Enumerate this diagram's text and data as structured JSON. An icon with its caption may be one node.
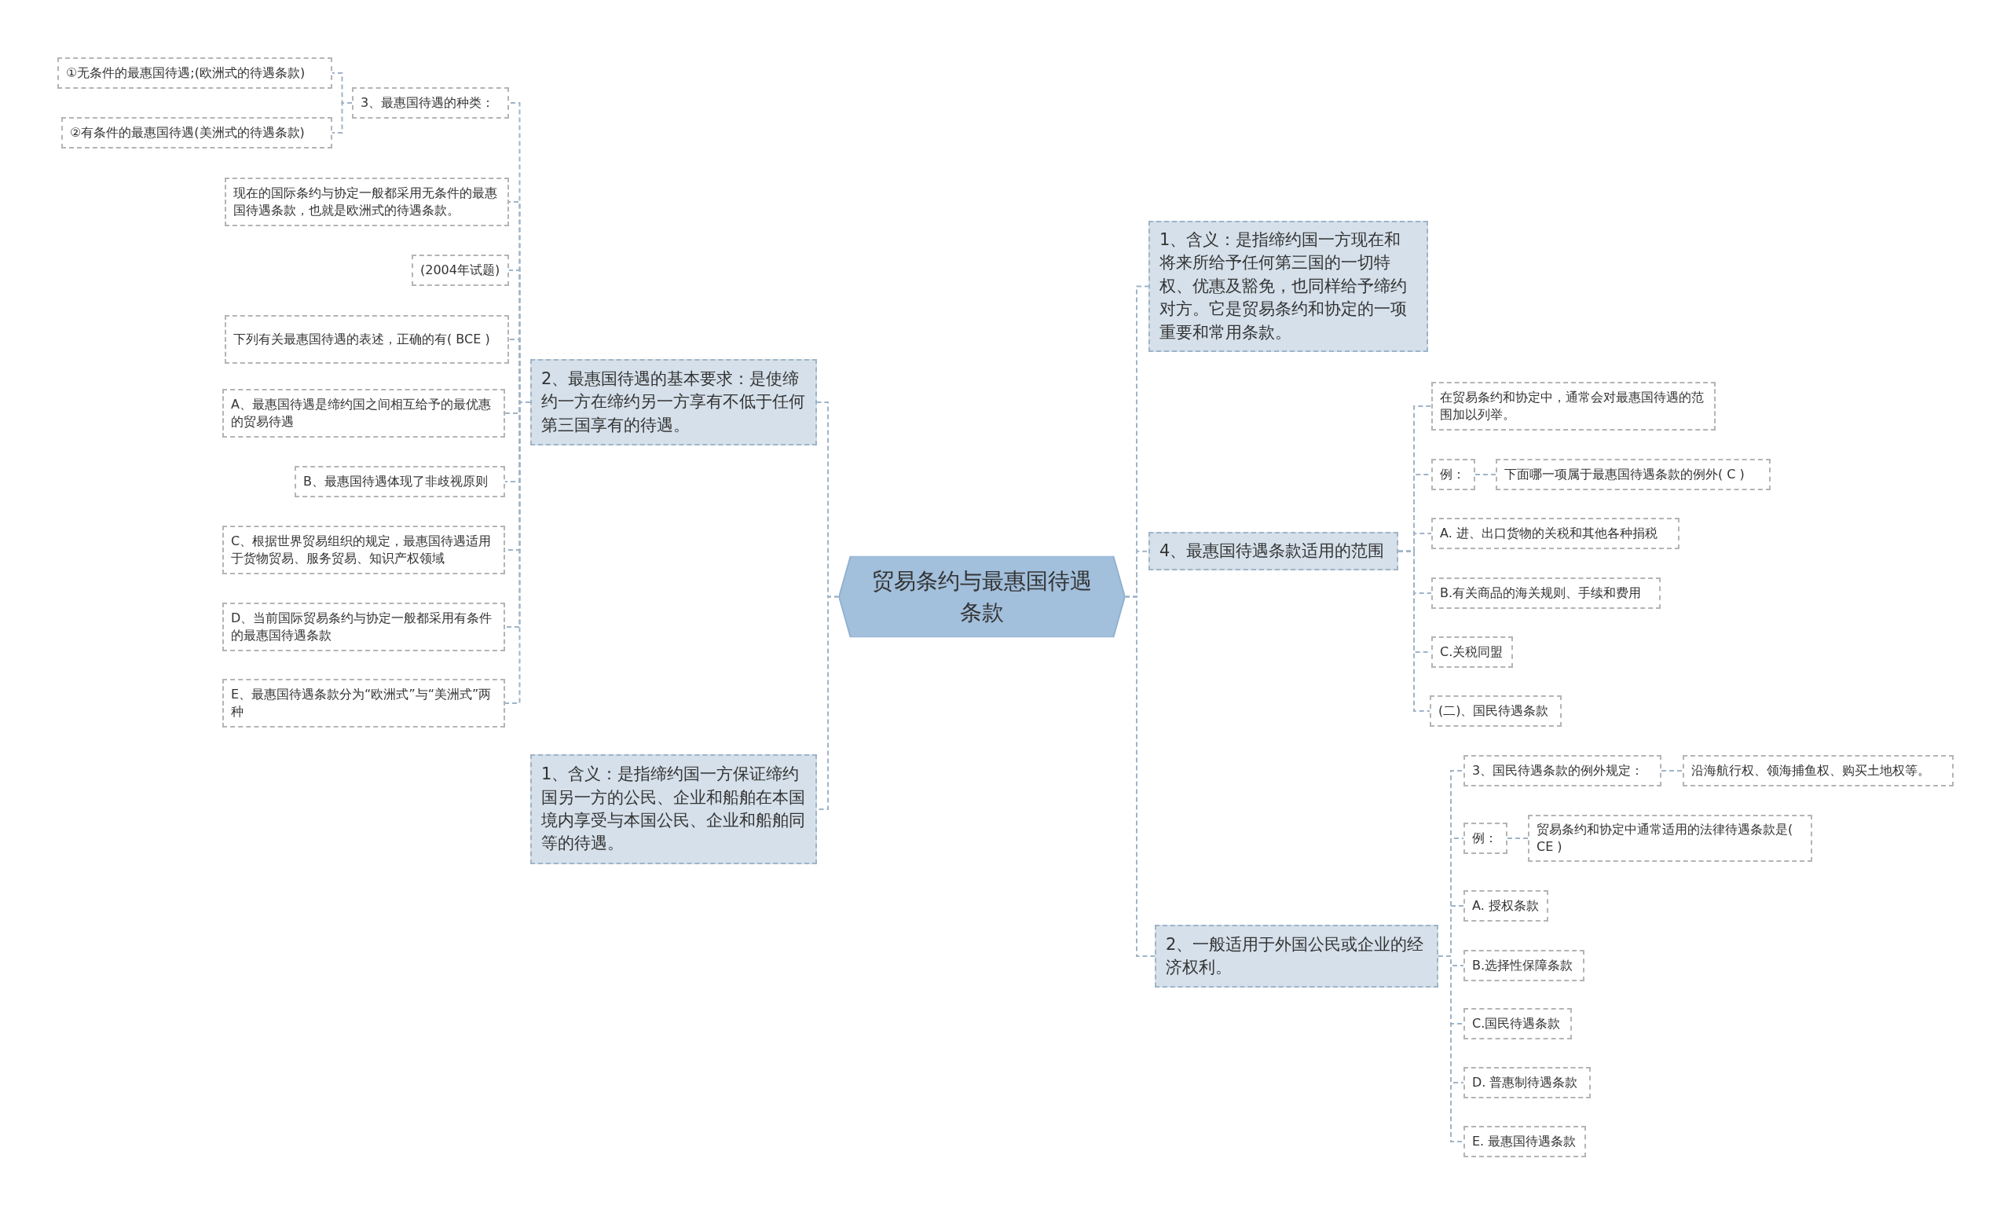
{
  "diagram": {
    "nodes": [
      {
        "text": [
          "贸易条约与最惠国待遇条款"
        ]
      },
      {
        "text": [
          "2、最惠国待遇的基本要求：是使缔约一方在缔约另一方享有不低于任何第三国享有的待遇。"
        ]
      },
      {
        "text": [
          "3、最惠国待遇的种类："
        ]
      },
      {
        "text": [
          "①无条件的最惠国待遇;(欧洲式的待遇条款)"
        ]
      },
      {
        "text": [
          "②有条件的最惠国待遇(美洲式的待遇条款)"
        ]
      },
      {
        "text": [
          "现在的国际条约与协定一般都采用无条件的最惠国待遇条款，也就是欧洲式的待遇条款。"
        ]
      },
      {
        "text": [
          "(2004年试题)"
        ]
      },
      {
        "text": [
          "下列有关最惠国待遇的表述，正确的有( BCE )"
        ]
      },
      {
        "text": [
          "A、最惠国待遇是缔约国之间相互给予的最优惠的贸易待遇"
        ]
      },
      {
        "text": [
          "B、最惠国待遇体现了非歧视原则"
        ]
      },
      {
        "text": [
          "C、根据世界贸易组织的规定，最惠国待遇适用于货物贸易、服务贸易、知识产权领域"
        ]
      },
      {
        "text": [
          "D、当前国际贸易条约与协定一般都采用有条件的最惠国待遇条款"
        ]
      },
      {
        "text": [
          "E、最惠国待遇条款分为“欧洲式”与“美洲式”两种"
        ]
      },
      {
        "text": [
          "1、含义：是指缔约国一方保证缔约国另一方的公民、企业和船舶在本国境内享受与本国公民、企业和船舶同等的待遇。"
        ]
      },
      {
        "text": [
          "1、含义：是指缔约国一方现在和将来所给予任何第三国的一切特权、优惠及豁免，也同样给予缔约对方。它是贸易条约和协定的一项重要和常用条款。"
        ]
      },
      {
        "text": [
          "4、最惠国待遇条款适用的范围"
        ]
      },
      {
        "text": [
          "在贸易条约和协定中，通常会对最惠国待遇的范围加以列举。"
        ]
      },
      {
        "text": [
          "例："
        ]
      },
      {
        "text": [
          "下面哪一项属于最惠国待遇条款的例外( C )"
        ]
      },
      {
        "text": [
          "A. 进、出口货物的关税和其他各种捐税"
        ]
      },
      {
        "text": [
          "B.有关商品的海关规则、手续和费用"
        ]
      },
      {
        "text": [
          "C.关税同盟"
        ]
      },
      {
        "text": [
          "(二)、国民待遇条款"
        ]
      },
      {
        "text": [
          "2、一般适用于外国公民或企业的经济权利。"
        ]
      },
      {
        "text": [
          "3、国民待遇条款的例外规定："
        ]
      },
      {
        "text": [
          "沿海航行权、领海捕鱼权、购买土地权等。"
        ]
      },
      {
        "text": [
          "例："
        ]
      },
      {
        "text": [
          "贸易条约和协定中通常适用的法律待遇条款是( CE )"
        ]
      },
      {
        "text": [
          "A. 授权条款"
        ]
      },
      {
        "text": [
          "B.选择性保障条款"
        ]
      },
      {
        "text": [
          "C.国民待遇条款"
        ]
      },
      {
        "text": [
          "D. 普惠制待遇条款"
        ]
      },
      {
        "text": [
          "E. 最惠国待遇条款"
        ]
      }
    ],
    "edges": [
      {
        "from": 0,
        "to": 1,
        "arrow": "none"
      },
      {
        "from": 1,
        "to": 2,
        "arrow": "none"
      },
      {
        "from": 2,
        "to": 3,
        "arrow": "none"
      },
      {
        "from": 2,
        "to": 4,
        "arrow": "none"
      },
      {
        "from": 1,
        "to": 5,
        "arrow": "none"
      },
      {
        "from": 1,
        "to": 6,
        "arrow": "none"
      },
      {
        "from": 1,
        "to": 7,
        "arrow": "none"
      },
      {
        "from": 1,
        "to": 8,
        "arrow": "none"
      },
      {
        "from": 1,
        "to": 9,
        "arrow": "none"
      },
      {
        "from": 1,
        "to": 10,
        "arrow": "none"
      },
      {
        "from": 1,
        "to": 11,
        "arrow": "none"
      },
      {
        "from": 1,
        "to": 12,
        "arrow": "none"
      },
      {
        "from": 0,
        "to": 13,
        "arrow": "none"
      },
      {
        "from": 0,
        "to": 14,
        "arrow": "none"
      },
      {
        "from": 0,
        "to": 15,
        "arrow": "none"
      },
      {
        "from": 15,
        "to": 16,
        "arrow": "none"
      },
      {
        "from": 15,
        "to": 17,
        "arrow": "none"
      },
      {
        "from": 17,
        "to": 18,
        "arrow": "none"
      },
      {
        "from": 15,
        "to": 19,
        "arrow": "none"
      },
      {
        "from": 15,
        "to": 20,
        "arrow": "none"
      },
      {
        "from": 15,
        "to": 21,
        "arrow": "none"
      },
      {
        "from": 15,
        "to": 22,
        "arrow": "none"
      },
      {
        "from": 0,
        "to": 23,
        "arrow": "none"
      },
      {
        "from": 23,
        "to": 24,
        "arrow": "none"
      },
      {
        "from": 24,
        "to": 25,
        "arrow": "none"
      },
      {
        "from": 23,
        "to": 26,
        "arrow": "none"
      },
      {
        "from": 26,
        "to": 27,
        "arrow": "none"
      },
      {
        "from": 23,
        "to": 28,
        "arrow": "none"
      },
      {
        "from": 23,
        "to": 29,
        "arrow": "none"
      },
      {
        "from": 23,
        "to": 30,
        "arrow": "none"
      },
      {
        "from": 23,
        "to": 31,
        "arrow": "none"
      },
      {
        "from": 23,
        "to": 32,
        "arrow": "none"
      }
    ]
  }
}
